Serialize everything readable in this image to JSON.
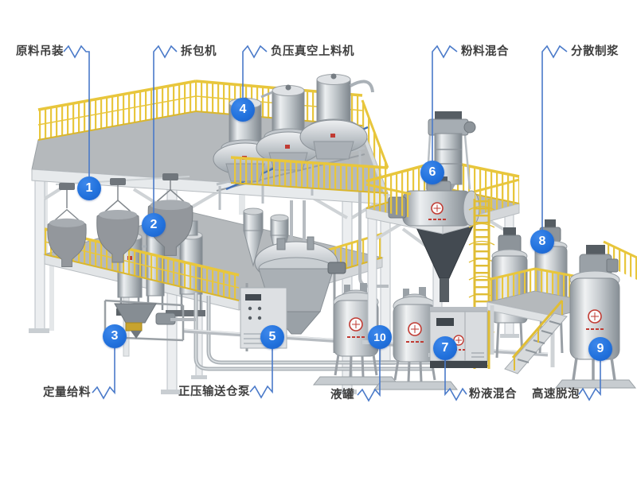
{
  "diagram": {
    "type": "industrial-production-line-callout-diagram",
    "background": "#ffffff"
  },
  "colors": {
    "marker_blue": "#2272dd",
    "leader_blue": "#4a7ac9",
    "railing_yellow": "#e8c63c",
    "deck_gray": "#b5b9bc",
    "steel_light": "#eceef0",
    "steel_dark": "#565d63",
    "label_text": "#3f3f3f",
    "logo_red": "#c13b33"
  },
  "callouts": [
    {
      "number": "1",
      "label": "原料吊装"
    },
    {
      "number": "2",
      "label": "拆包机"
    },
    {
      "number": "3",
      "label": "定量给料"
    },
    {
      "number": "4",
      "label": "负压真空上料机"
    },
    {
      "number": "5",
      "label": "正压输送仓泵"
    },
    {
      "number": "6",
      "label": "粉料混合"
    },
    {
      "number": "7",
      "label": "粉液混合"
    },
    {
      "number": "8",
      "label": "分散制浆"
    },
    {
      "number": "9",
      "label": "高速脱泡"
    },
    {
      "number": "10",
      "label": "液罐"
    }
  ]
}
